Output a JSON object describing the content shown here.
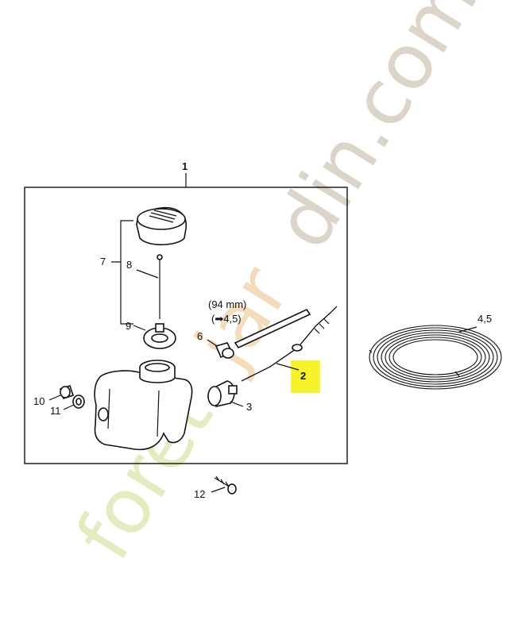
{
  "watermark": {
    "part1": "foret",
    "part2": "jar",
    "part3": "din.com"
  },
  "labels": {
    "l1": "1",
    "l2": "2",
    "l3": "3",
    "l45_tube": "(94 mm)",
    "l45_ref": "(➡4,5)",
    "l45_coil": "4,5",
    "l6": "6",
    "l7": "7",
    "l8": "8",
    "l9": "9",
    "l10": "10",
    "l11": "11",
    "l12": "12"
  },
  "colors": {
    "highlight": "#f7f32a",
    "line": "#111111",
    "wm_green": "#dfe9b4",
    "wm_orange": "#f3d7ae",
    "wm_gray": "#d9d0c3"
  }
}
